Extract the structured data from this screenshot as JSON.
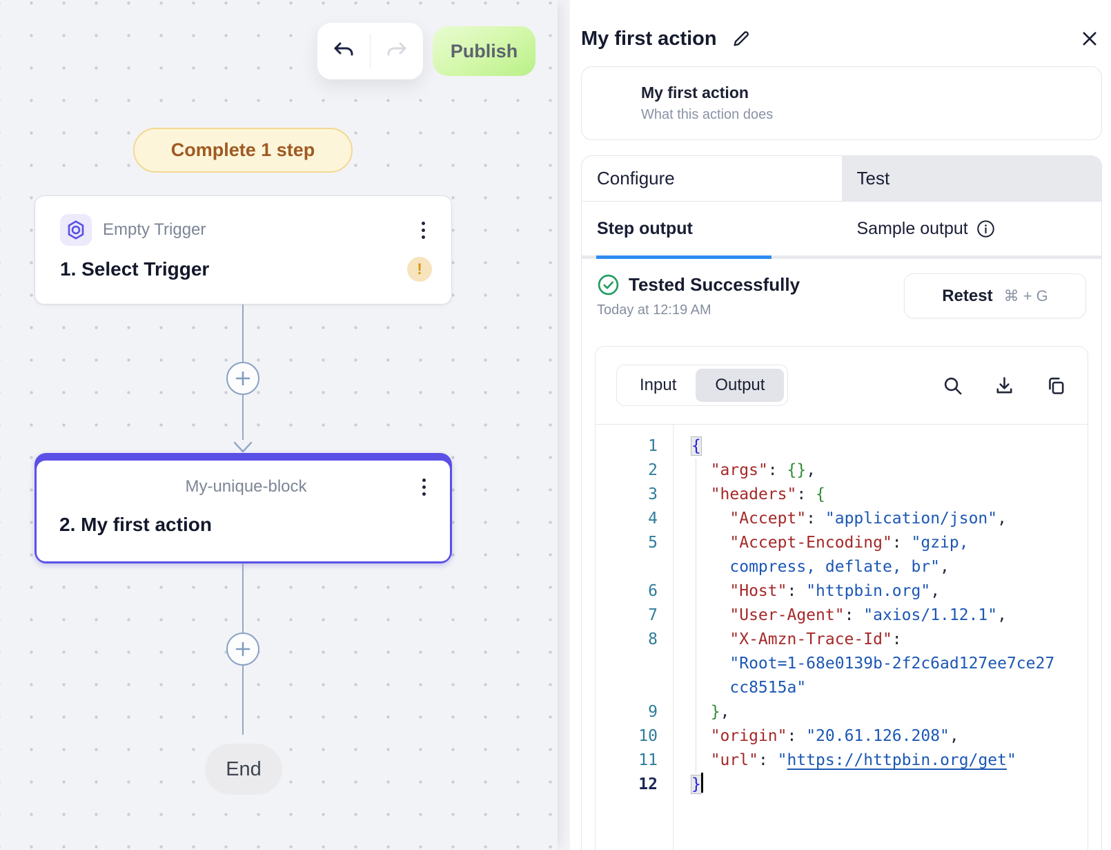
{
  "canvas": {
    "toolbar": {
      "publish_label": "Publish"
    },
    "status_badge": "Complete 1 step",
    "trigger_block": {
      "app_label": "Empty Trigger",
      "title": "1. Select Trigger",
      "warning": "!"
    },
    "action_block": {
      "app_label": "My-unique-block",
      "title": "2. My first action"
    },
    "end_label": "End"
  },
  "panel": {
    "title": "My first action",
    "description_card": {
      "title": "My first action",
      "subtitle": "What this action does"
    },
    "tabs": {
      "configure": "Configure",
      "test": "Test"
    },
    "output_tabs": {
      "step": "Step output",
      "sample": "Sample output"
    },
    "test_status": {
      "message": "Tested Successfully",
      "timestamp": "Today at 12:19 AM",
      "retest_label": "Retest",
      "shortcut": "⌘ + G"
    },
    "io_toggle": {
      "input": "Input",
      "output": "Output"
    },
    "code": {
      "rows": [
        {
          "n": "1",
          "s": [
            {
              "t": "{",
              "c": "b0",
              "hl": true
            }
          ]
        },
        {
          "n": "2",
          "s": [
            {
              "t": "  ",
              "c": "p"
            },
            {
              "t": "\"args\"",
              "c": "k"
            },
            {
              "t": ": ",
              "c": "p"
            },
            {
              "t": "{}",
              "c": "b1"
            },
            {
              "t": ",",
              "c": "p"
            }
          ]
        },
        {
          "n": "3",
          "s": [
            {
              "t": "  ",
              "c": "p"
            },
            {
              "t": "\"headers\"",
              "c": "k"
            },
            {
              "t": ": ",
              "c": "p"
            },
            {
              "t": "{",
              "c": "b1"
            }
          ]
        },
        {
          "n": "4",
          "s": [
            {
              "t": "    ",
              "c": "p"
            },
            {
              "t": "\"Accept\"",
              "c": "k"
            },
            {
              "t": ": ",
              "c": "p"
            },
            {
              "t": "\"application/json\"",
              "c": "v"
            },
            {
              "t": ",",
              "c": "p"
            }
          ]
        },
        {
          "n": "5",
          "s": [
            {
              "t": "    ",
              "c": "p"
            },
            {
              "t": "\"Accept-Encoding\"",
              "c": "k"
            },
            {
              "t": ": ",
              "c": "p"
            },
            {
              "t": "\"gzip,",
              "c": "v"
            }
          ]
        },
        {
          "n": "",
          "s": [
            {
              "t": "    ",
              "c": "p"
            },
            {
              "t": "compress, deflate, br\"",
              "c": "v"
            },
            {
              "t": ",",
              "c": "p"
            }
          ]
        },
        {
          "n": "6",
          "s": [
            {
              "t": "    ",
              "c": "p"
            },
            {
              "t": "\"Host\"",
              "c": "k"
            },
            {
              "t": ": ",
              "c": "p"
            },
            {
              "t": "\"httpbin.org\"",
              "c": "v"
            },
            {
              "t": ",",
              "c": "p"
            }
          ]
        },
        {
          "n": "7",
          "s": [
            {
              "t": "    ",
              "c": "p"
            },
            {
              "t": "\"User-Agent\"",
              "c": "k"
            },
            {
              "t": ": ",
              "c": "p"
            },
            {
              "t": "\"axios/1.12.1\"",
              "c": "v"
            },
            {
              "t": ",",
              "c": "p"
            }
          ]
        },
        {
          "n": "8",
          "s": [
            {
              "t": "    ",
              "c": "p"
            },
            {
              "t": "\"X-Amzn-Trace-Id\"",
              "c": "k"
            },
            {
              "t": ":",
              "c": "p"
            }
          ]
        },
        {
          "n": "",
          "s": [
            {
              "t": "    ",
              "c": "p"
            },
            {
              "t": "\"Root=1-68e0139b-2f2c6ad127ee7ce27",
              "c": "v"
            }
          ]
        },
        {
          "n": "",
          "s": [
            {
              "t": "    ",
              "c": "p"
            },
            {
              "t": "cc8515a\"",
              "c": "v"
            }
          ]
        },
        {
          "n": "9",
          "s": [
            {
              "t": "  ",
              "c": "p"
            },
            {
              "t": "}",
              "c": "b1"
            },
            {
              "t": ",",
              "c": "p"
            }
          ]
        },
        {
          "n": "10",
          "s": [
            {
              "t": "  ",
              "c": "p"
            },
            {
              "t": "\"origin\"",
              "c": "k"
            },
            {
              "t": ": ",
              "c": "p"
            },
            {
              "t": "\"20.61.126.208\"",
              "c": "v"
            },
            {
              "t": ",",
              "c": "p"
            }
          ]
        },
        {
          "n": "11",
          "s": [
            {
              "t": "  ",
              "c": "p"
            },
            {
              "t": "\"url\"",
              "c": "k"
            },
            {
              "t": ": ",
              "c": "p"
            },
            {
              "t": "\"",
              "c": "v"
            },
            {
              "t": "https://httpbin.org/get",
              "c": "v",
              "u": true
            },
            {
              "t": "\"",
              "c": "v"
            }
          ]
        },
        {
          "n": "12",
          "a": true,
          "caret": true,
          "s": [
            {
              "t": "}",
              "c": "b0",
              "hl": true
            }
          ]
        }
      ]
    }
  },
  "colors": {
    "accent_purple": "#5a50e6",
    "publish_green": "#c6f59a",
    "badge_yellow_bg": "#fcf5da",
    "badge_yellow_text": "#9f5a22",
    "step_output_underline": "#2f8cf0",
    "success_green": "#1f9d61",
    "warning_orange": "#d8940f"
  }
}
